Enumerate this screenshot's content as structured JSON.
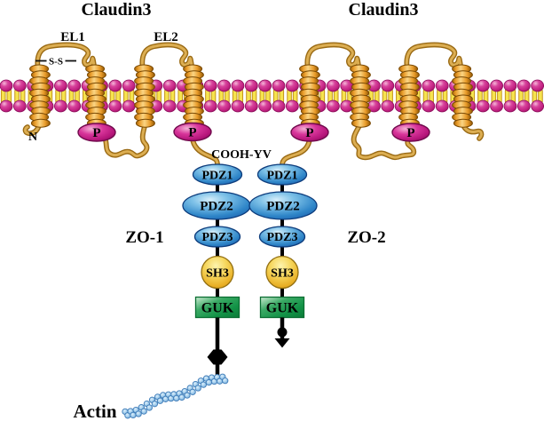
{
  "figure": {
    "claudin_left_title": "Claudin3",
    "claudin_right_title": "Claudin3",
    "el1": "EL1",
    "el2": "EL2",
    "disulfide": "S-S",
    "n_terminus": "N",
    "phospho": "P",
    "cooh_tail": "COOH-YV",
    "zo1_name": "ZO-1",
    "zo2_name": "ZO-2",
    "actin": "Actin"
  },
  "zo1_domains": [
    "PDZ1",
    "PDZ2",
    "PDZ3",
    "SH3",
    "GUK"
  ],
  "zo2_domains": [
    "PDZ1",
    "PDZ2",
    "PDZ3",
    "SH3",
    "GUK"
  ],
  "colors": {
    "background": "#ffffff",
    "lipid_head": "#cf2b8b",
    "lipid_head_highlight": "#f5b8d8",
    "lipid_head_outline": "#8d0f5c",
    "lipid_tail": "#f6e44e",
    "lipid_tail_outline": "#c3931c",
    "helix_fill": "#e89a28",
    "helix_highlight": "#fad584",
    "helix_outline": "#7a4a04",
    "loop_tube_fill": "#dcae52",
    "loop_tube_outline": "#9a6a14",
    "phospho_fill": "#c32182",
    "phospho_highlight": "#f4b2d6",
    "phospho_outline": "#70094c",
    "pdz_fill": "#2f86c8",
    "pdz_highlight": "#d6eefa",
    "pdz_outline": "#0d3c7c",
    "sh3_fill": "#f6d75e",
    "sh3_outline": "#937012",
    "guk_light": "#cdebd3",
    "guk_dark": "#129246",
    "guk_outline": "#0a6e32",
    "connector": "#000000",
    "actin_bead": "#a9d2ee",
    "actin_bead_outline": "#3f7cb8",
    "text": "#000000"
  }
}
